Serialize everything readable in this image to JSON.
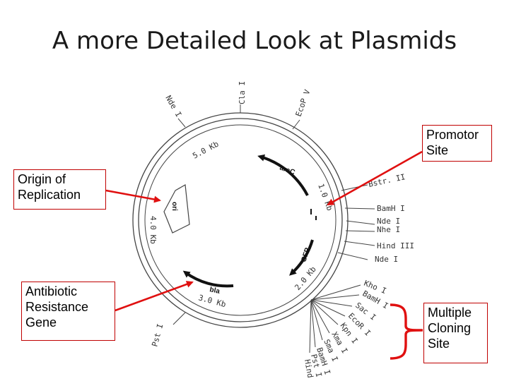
{
  "slide": {
    "title": "A more Detailed Look at Plasmids"
  },
  "callouts": {
    "promotor": "Promotor Site",
    "origin": "Origin of Replication",
    "antibiotic": "Antibiotic Resistance Gene",
    "cloning": "Multiple Cloning Site"
  },
  "plasmid_labels": {
    "cla": "Cla I",
    "nde_top": "Nde I",
    "ecop": "EcoP V",
    "bstr": "Bstr. II",
    "bamh": "BamH I",
    "nde_mid": "Nde I",
    "nhe": "Nhe I",
    "hind": "Hind III",
    "nde_low": "Nde I",
    "kb5": "5.0 Kb",
    "kb1": "1.0 Kb",
    "kb4": "4.0 Kb",
    "kb2": "2.0 Kb",
    "kb3": "3.0 Kb",
    "arac": "araC",
    "ori": "ori",
    "gfp": "GFP",
    "bla": "bla",
    "pst": "Pst I",
    "mcs": [
      "Kho I",
      "BamH I",
      "Sac I",
      "EcoR I",
      "Kpn I",
      "Xma I",
      "Sma I",
      "BamH I",
      "Pst I",
      "Hind III"
    ]
  },
  "colors": {
    "callout_border": "#c00000",
    "arrow": "#e01010",
    "ink": "#333333"
  }
}
